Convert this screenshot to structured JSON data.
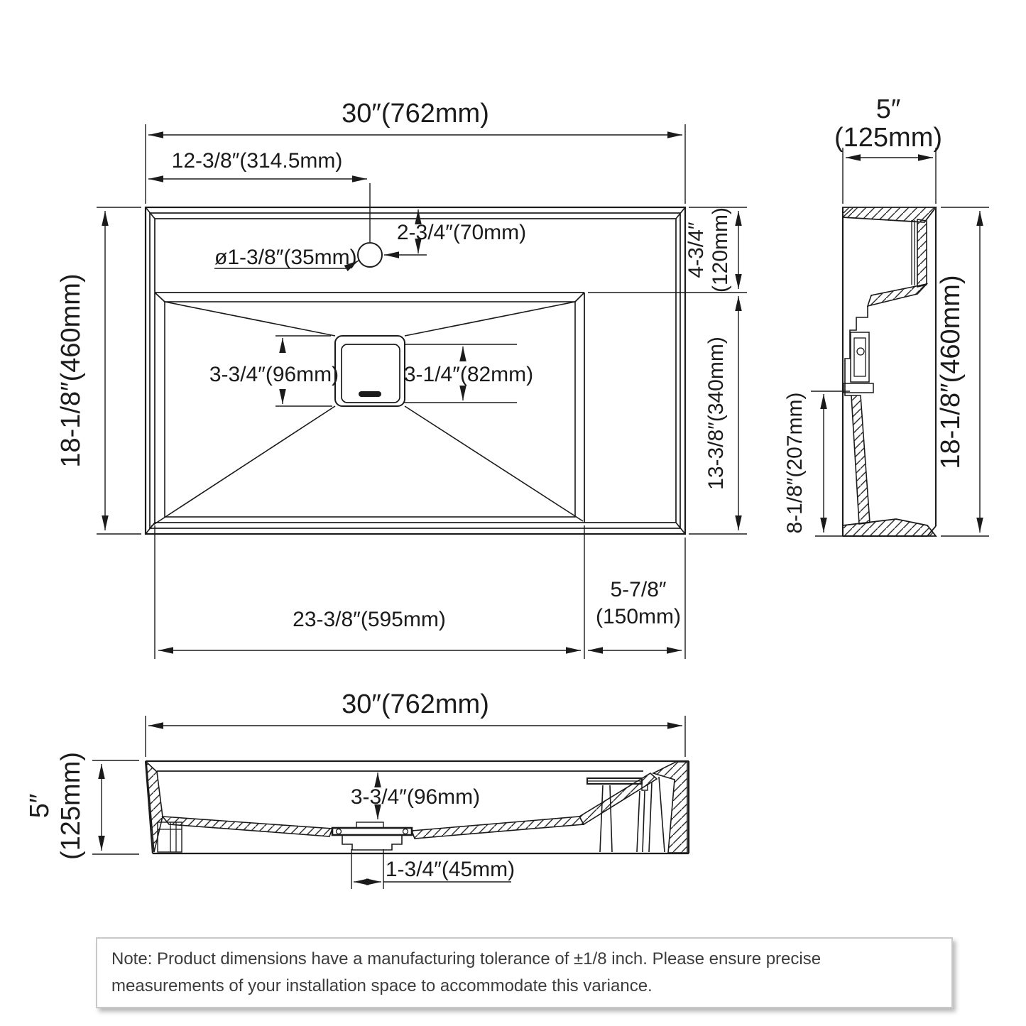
{
  "drawing_title": "sink-dimension-drawing",
  "colors": {
    "line": "#1b1b1b",
    "note_border": "#c9c9c9",
    "note_text": "#3c3c3c",
    "background": "#ffffff"
  },
  "top_view": {
    "overall_width": "30″(762mm)",
    "faucet_offset": "12-3/8″(314.5mm)",
    "faucet_setback": "2-3/4″(70mm)",
    "faucet_hole_diameter": "ø1-3/8″(35mm)",
    "overall_depth": "18-1/8″(460mm)",
    "deck_depth_in": "4-3/4″",
    "deck_depth_mm": "(120mm)",
    "basin_depth": "13-3/8″(340mm)",
    "drain_outer": "3-3/4″(96mm)",
    "drain_inner": "3-1/4″(82mm)",
    "basin_width": "23-3/8″(595mm)",
    "deck_width_in": "5-7/8″",
    "deck_width_mm": "(150mm)"
  },
  "side_view": {
    "width_in": "5″",
    "width_mm": "(125mm)",
    "overall_height": "18-1/8″(460mm)",
    "drain_height": "8-1/8″(207mm)"
  },
  "front_view": {
    "overall_width": "30″(762mm)",
    "height_in": "5″",
    "height_mm": "(125mm)",
    "basin_inner_depth": "3-3/4″(96mm)",
    "drain_width": "1-3/4″(45mm)"
  },
  "note": {
    "text": "Note: Product dimensions have a manufacturing tolerance of ±1/8 inch. Please ensure precise measurements of your installation space to accommodate this variance."
  }
}
